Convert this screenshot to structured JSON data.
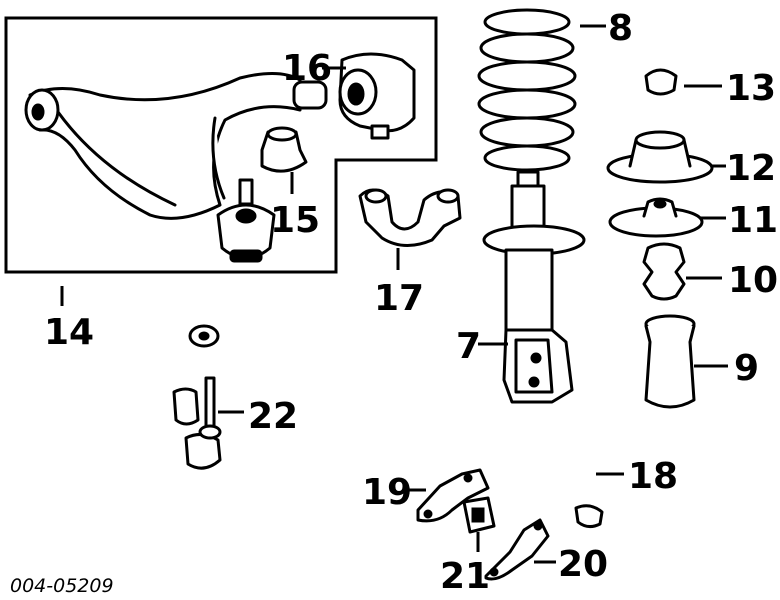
{
  "diagram": {
    "reference_code": "004-05209",
    "callouts": {
      "c7": "7",
      "c8": "8",
      "c9": "9",
      "c10": "10",
      "c11": "11",
      "c12": "12",
      "c13": "13",
      "c14": "14",
      "c15": "15",
      "c16": "16",
      "c17": "17",
      "c18": "18",
      "c19": "19",
      "c20": "20",
      "c21": "21",
      "c22": "22"
    }
  }
}
